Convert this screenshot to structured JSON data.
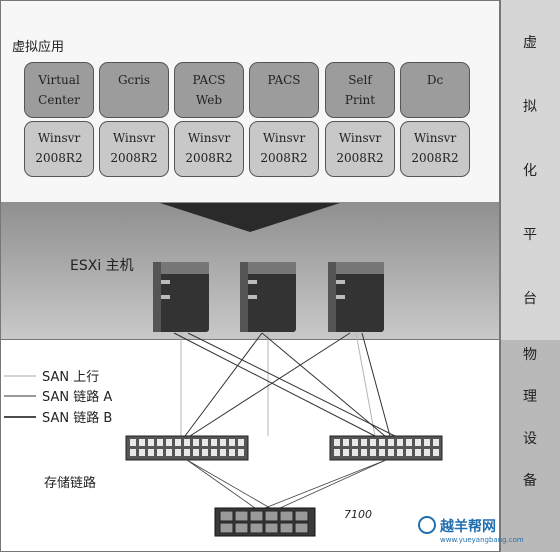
{
  "sections": {
    "virtualization_apps_title": "虚拟应用",
    "esxi_host_label": "ESXi 主机",
    "storage_link_label": "存储链路"
  },
  "right_column": {
    "virtualization_platform": [
      "虚",
      "拟",
      "化",
      "平",
      "台"
    ],
    "physical_equipment": [
      "物",
      "理",
      "设",
      "备"
    ]
  },
  "apps": [
    {
      "name": "Virtual\nCenter",
      "os": "Winsvr\n2008R2"
    },
    {
      "name": "Gcris",
      "os": "Winsvr\n2008R2"
    },
    {
      "name": "PACS\nWeb",
      "os": "Winsvr\n2008R2"
    },
    {
      "name": "PACS",
      "os": "Winsvr\n2008R2"
    },
    {
      "name": "Self\nPrint",
      "os": "Winsvr\n2008R2"
    },
    {
      "name": "Dc",
      "os": "Winsvr\n2008R2"
    }
  ],
  "legend": {
    "san_uplink": "SAN 上行",
    "san_link_a": "SAN 链路 A",
    "san_link_b": "SAN 链路 B"
  },
  "storage_device_label": "7100",
  "watermark": {
    "brand": "越羊帮网",
    "url": "www.yueyangbang.com"
  },
  "colors": {
    "top_band": "#f7f7f7",
    "middle_band": "#a8a8a8",
    "app_box": "#9c9c9c",
    "os_box": "#c8c8c8",
    "watermark": "#1f6fb0"
  }
}
